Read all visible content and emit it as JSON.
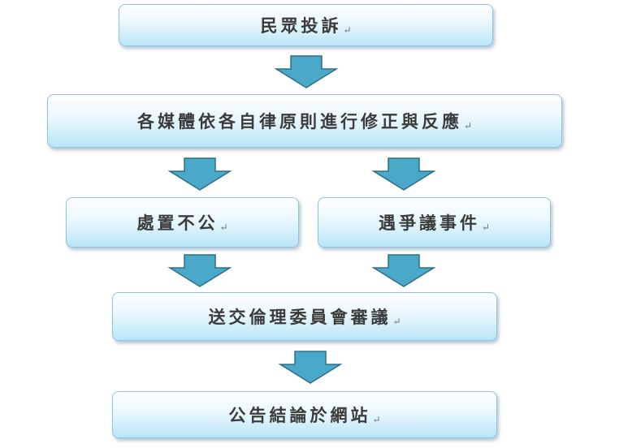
{
  "diagram": {
    "nodes": [
      {
        "id": "complaint",
        "label": "民眾投訴"
      },
      {
        "id": "self_regulation",
        "label": "各媒體依各自律原則進行修正與反應"
      },
      {
        "id": "unfair",
        "label": "處置不公"
      },
      {
        "id": "dispute",
        "label": "遇爭議事件"
      },
      {
        "id": "ethics",
        "label": "送交倫理委員會審議"
      },
      {
        "id": "publish",
        "label": "公告結論於網站"
      }
    ],
    "edges": [
      {
        "from": "complaint",
        "to": "self_regulation"
      },
      {
        "from": "self_regulation",
        "to": "unfair"
      },
      {
        "from": "self_regulation",
        "to": "dispute"
      },
      {
        "from": "unfair",
        "to": "ethics"
      },
      {
        "from": "dispute",
        "to": "ethics"
      },
      {
        "from": "ethics",
        "to": "publish"
      }
    ],
    "paragraph_mark": "↵",
    "colors": {
      "arrow_fill": "#4aa8c8",
      "arrow_stroke": "#2f6f86",
      "box_border": "#8fc3e3"
    }
  }
}
